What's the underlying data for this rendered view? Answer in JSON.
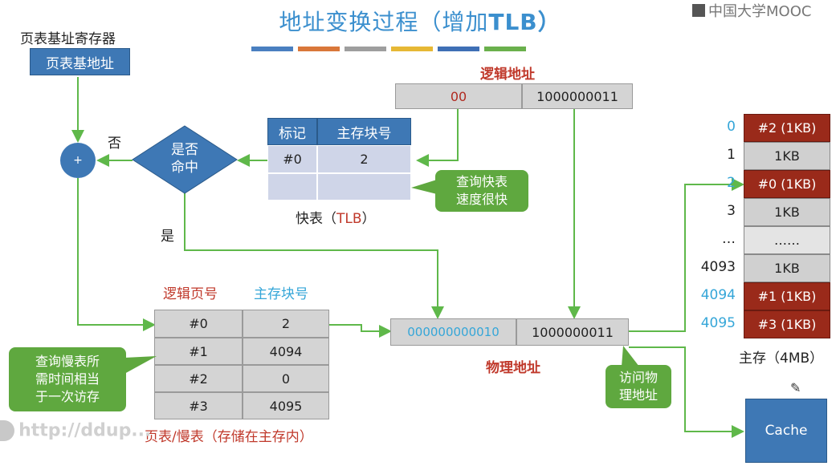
{
  "title": {
    "prefix": "地址变换过程（增加",
    "suffix": "TLB）"
  },
  "brand": "中国大学MOOC",
  "watermark": "http://ddup...",
  "page_table_register": {
    "caption": "页表基址寄存器",
    "box": "页表基地址"
  },
  "logical_address": {
    "label": "逻辑地址",
    "page": "00",
    "offset": "1000000011"
  },
  "tlb": {
    "headers": [
      "标记",
      "主存块号"
    ],
    "rows": [
      [
        "#0",
        "2"
      ],
      [
        "",
        ""
      ]
    ],
    "caption_prefix": "快表（",
    "caption_tlb": "TLB",
    "caption_suffix": "）"
  },
  "decision": {
    "line1": "是否",
    "line2": "命中",
    "no": "否",
    "yes": "是"
  },
  "adder": "+",
  "notes": {
    "tlb_fast": [
      "查询快表",
      "速度很快"
    ],
    "slow_query": [
      "查询慢表所",
      "需时间相当",
      "于一次访存"
    ],
    "access_phys": [
      "访问物",
      "理地址"
    ]
  },
  "page_table": {
    "headers": [
      "逻辑页号",
      "主存块号"
    ],
    "rows": [
      [
        "#0",
        "2"
      ],
      [
        "#1",
        "4094"
      ],
      [
        "#2",
        "0"
      ],
      [
        "#3",
        "4095"
      ]
    ],
    "caption": "页表/慢表（存储在主存内）"
  },
  "physical_address": {
    "label": "物理地址",
    "block": "000000000010",
    "offset": "1000000011"
  },
  "memory": {
    "rows": [
      {
        "idx": "0",
        "val": "#2 (1KB)"
      },
      {
        "idx": "1",
        "val": "1KB"
      },
      {
        "idx": "2",
        "val": "#0 (1KB)"
      },
      {
        "idx": "3",
        "val": "1KB"
      },
      {
        "idx": "…",
        "val": "……"
      },
      {
        "idx": "4093",
        "val": "1KB"
      },
      {
        "idx": "4094",
        "val": "#1 (1KB)"
      },
      {
        "idx": "4095",
        "val": "#3 (1KB)"
      }
    ],
    "caption": "主存（4MB）"
  },
  "cache": "Cache",
  "colors": {
    "accent_blue": "#3b8fce",
    "green": "#5fa83f",
    "dark_red": "#9a2a1a",
    "arrow_green": "#5fb84a"
  }
}
